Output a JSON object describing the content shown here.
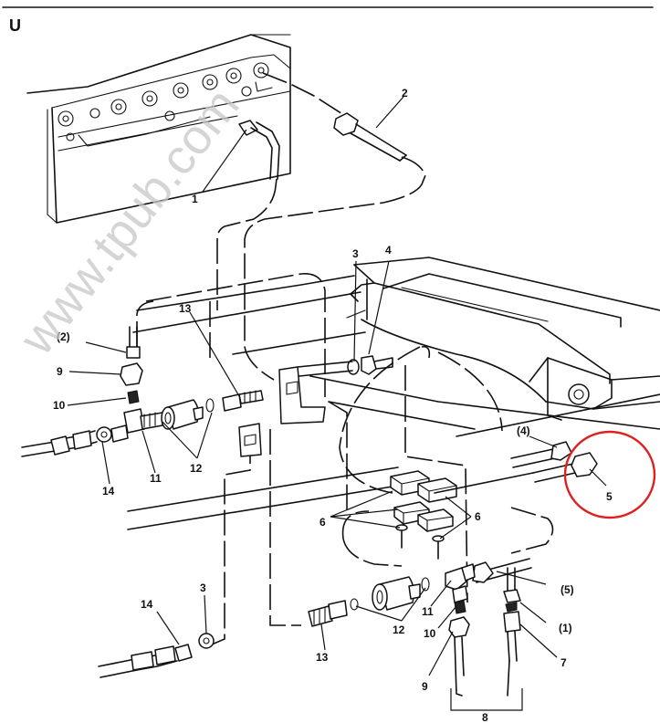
{
  "figure": {
    "corner_label": "U",
    "watermark": "www.tpub.com",
    "callouts": {
      "c1": "1",
      "c2": "2",
      "c3a": "3",
      "c3b": "3",
      "c4": "4",
      "c4p": "(4)",
      "c5": "5",
      "c5p": "(5)",
      "c6a": "6",
      "c6b": "6",
      "c7": "7",
      "c8": "8",
      "c9a": "9",
      "c9b": "9",
      "c10a": "10",
      "c10b": "10",
      "c11a": "11",
      "c11b": "11",
      "c12a": "12",
      "c12b": "12",
      "c13a": "13",
      "c13b": "13",
      "c14a": "14",
      "c14b": "14",
      "c2p": "(2)",
      "c1p": "(1)"
    },
    "highlight_color": "#e02020",
    "highlighted_item": "5"
  }
}
